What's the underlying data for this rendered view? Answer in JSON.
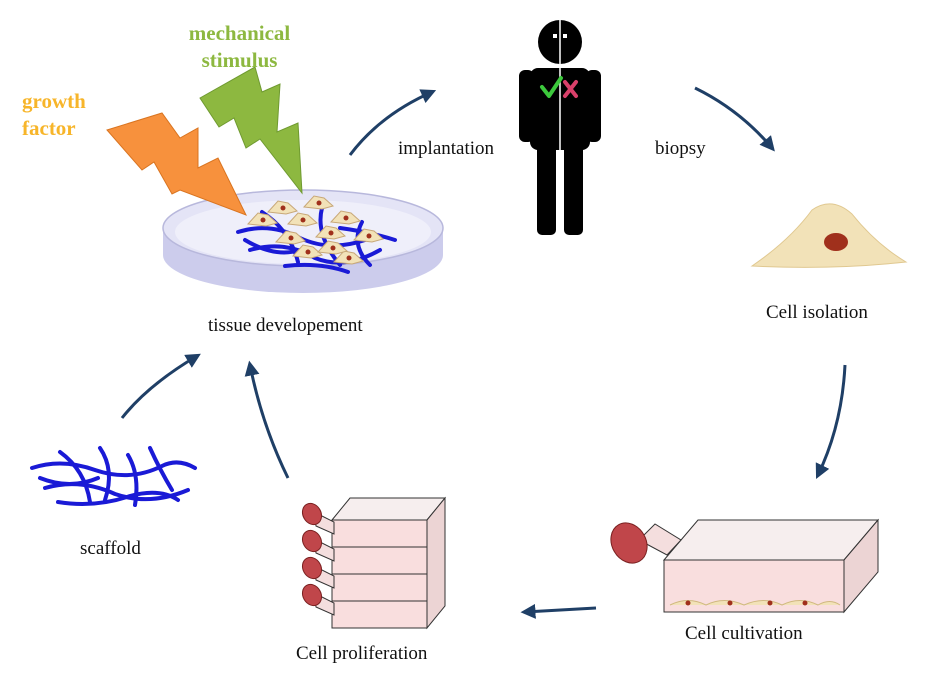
{
  "labels": {
    "tissue": "tissue developement",
    "implantation": "implantation",
    "biopsy": "biopsy",
    "cell_isolation": "Cell isolation",
    "cell_cultivation": "Cell cultivation",
    "cell_proliferation": "Cell proliferation",
    "scaffold": "scaffold"
  },
  "stimuli": {
    "mechanical_line1": "mechanical",
    "mechanical_line2": "stimulus",
    "growth_line1": "growth",
    "growth_line2": "factor"
  },
  "colors": {
    "arrow": "#1f3f66",
    "mechanical": "#8db840",
    "growth": "#f7b52a",
    "fiber": "#1a1ad6",
    "cell": "#f2e2b8",
    "nucleus": "#a0301c",
    "flask": "#f9dede",
    "cap": "#c0464a",
    "dish": "#d8d8f2"
  },
  "icons": {
    "patient": "human-figure-icon",
    "check": "check-icon",
    "cross": "cross-icon"
  }
}
